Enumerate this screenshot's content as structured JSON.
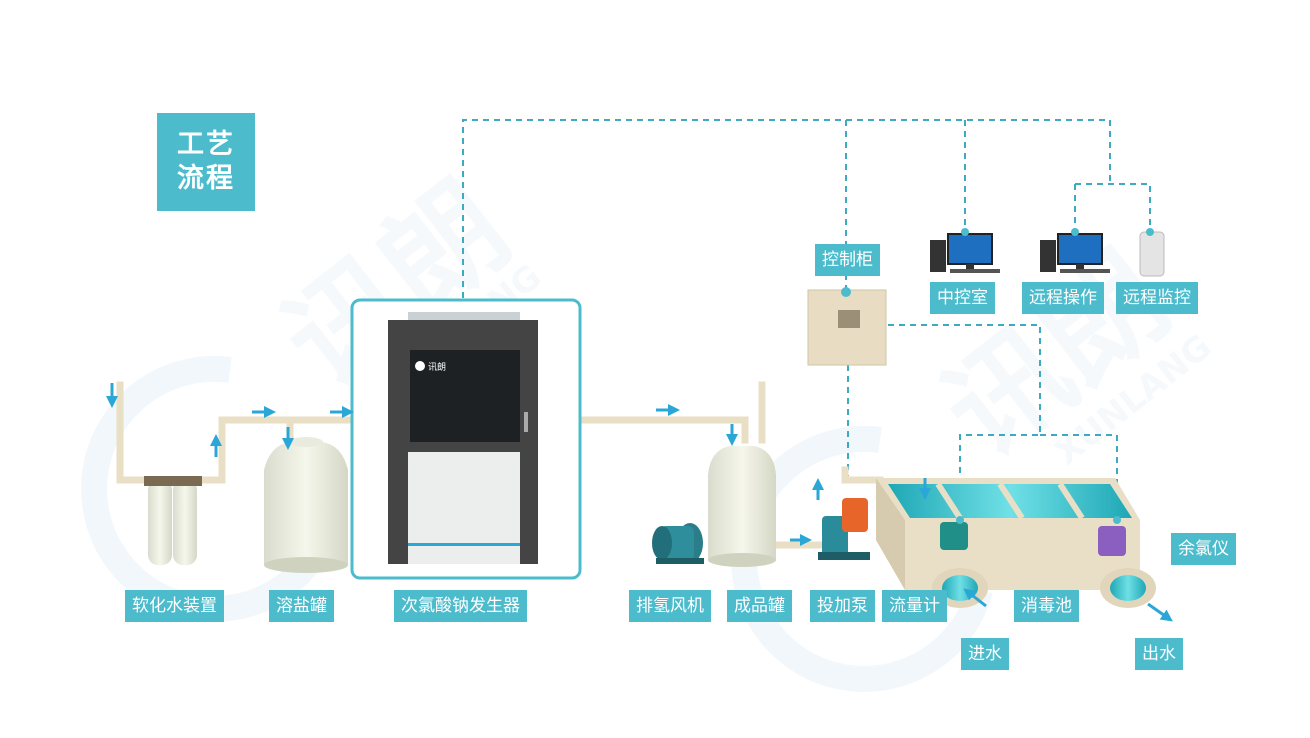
{
  "title": {
    "line1": "工艺",
    "line2": "流程"
  },
  "labels": {
    "softener": "软化水装置",
    "salt_tank": "溶盐罐",
    "generator": "次氯酸钠发生器",
    "h2_fan": "排氢风机",
    "product_tank": "成品罐",
    "dosing_pump": "投加泵",
    "flowmeter": "流量计",
    "control_cabinet": "控制柜",
    "central_control": "中控室",
    "remote_operation": "远程操作",
    "remote_monitoring": "远程监控",
    "disinfection_pool": "消毒池",
    "residual_chlorine": "余氯仪",
    "water_in": "进水",
    "water_out": "出水"
  },
  "watermark": {
    "brand_cn": "讯朗",
    "brand_en": "XUNLANG"
  },
  "generator_logo": "讯朗",
  "colors": {
    "accent": "#4cbccd",
    "pipe": "#efe6cf",
    "dashed": "#3fa9c1",
    "water": "#2bb3c8",
    "arrow": "#2aa7d6"
  }
}
